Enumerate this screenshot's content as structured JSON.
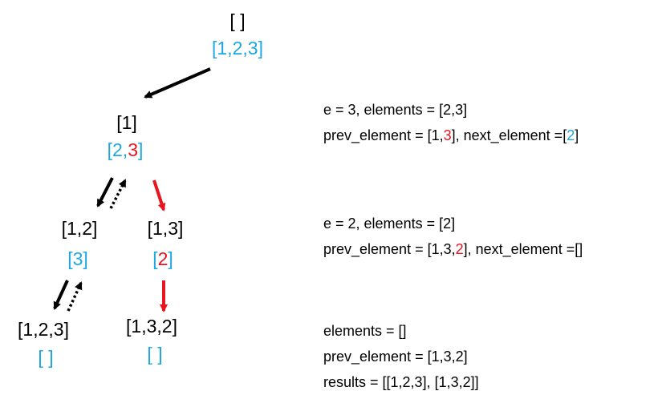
{
  "tree": {
    "root": {
      "path": "[ ]",
      "elements": "[1,2,3]"
    },
    "level1": {
      "path": "[1]",
      "elements_prefix": "[2,",
      "elements_highlight": "3",
      "elements_suffix": "]"
    },
    "level2_left": {
      "path": "[1,2]",
      "elements": "[3]"
    },
    "level2_right": {
      "path": "[1,3]",
      "elements_open": "[",
      "elements_highlight": "2",
      "elements_close": "]"
    },
    "level3_left": {
      "path": "[1,2,3]",
      "elements": "[ ]"
    },
    "level3_right": {
      "path": "[1,3,2]",
      "elements": "[ ]"
    }
  },
  "notes": {
    "step1": {
      "line1": "e = 3, elements = [2,3]",
      "line2_prefix": "prev_element = [1,",
      "line2_red": "3",
      "line2_middle": "], next_element =[",
      "line2_blue": "2",
      "line2_suffix": "]"
    },
    "step2": {
      "line1": "e = 2, elements = [2]",
      "line2_prefix": "prev_element = [1,3,",
      "line2_red": "2",
      "line2_suffix": "], next_element =[]"
    },
    "step3": {
      "line1": "elements = []",
      "line2": "prev_element = [1,3,2]",
      "line3": "results = [[1,2,3], [1,3,2]]"
    }
  },
  "colors": {
    "text": "#000000",
    "elements": "#1EA7E1",
    "highlight": "#E8141E",
    "background": "#FFFFFF"
  }
}
